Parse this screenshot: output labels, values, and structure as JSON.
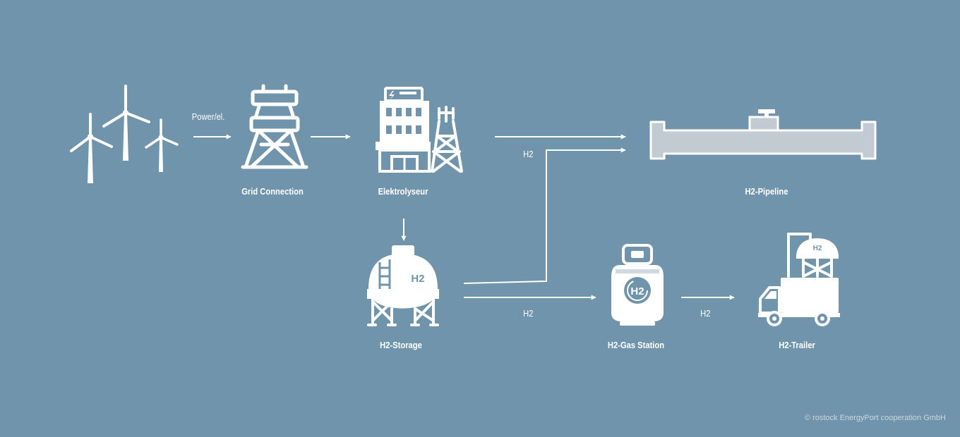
{
  "diagram": {
    "labels": {
      "grid_connection": "Grid Connection",
      "elektrolyseur": "Elektrolyseur",
      "h2_pipeline": "H2-Pipeline",
      "h2_storage": "H2-Storage",
      "h2_gas_station": "H2-Gas Station",
      "h2_trailer": "H2-Trailer"
    },
    "flows": {
      "power": "Power/el.",
      "h2_to_pipeline": "H2",
      "h2_to_station": "H2",
      "h2_to_trailer": "H2"
    },
    "icon_text": {
      "storage_tank": "H2",
      "gas_cylinder": "H2",
      "trailer_tank": "H2"
    }
  },
  "footer": {
    "copyright": "© rostock EnergyPort cooperation GmbH"
  },
  "colors": {
    "background": "#7094ab",
    "icon": "#ffffff",
    "pipeline_fill": "#c3cbd2"
  }
}
